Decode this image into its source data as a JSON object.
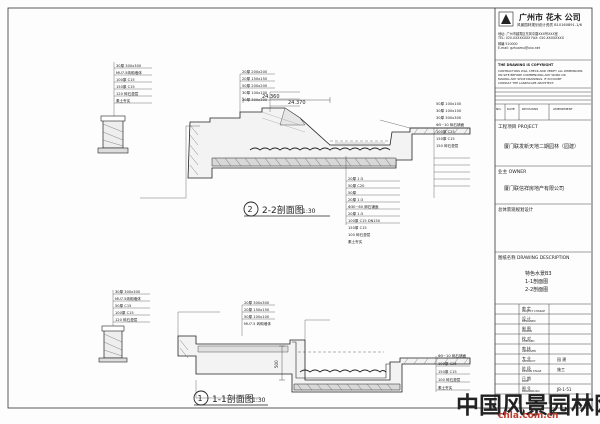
{
  "title_block": {
    "company": "广州市 花木 公司",
    "company_sub": "风景园林规划设计资质 B10160891-1/6",
    "addr_lines": [
      "地址: 广州市越秀区东风中路XXX号XXX室",
      "TEL: 020-XXXXXXXX FAX: 020-XXXXXXXX",
      "邮编 510000",
      "E-mail: gzhuamu@xxx.net"
    ],
    "copyright": "THE DRAWING IS COPYRIGHT",
    "copyright_lines": [
      "CONTRACTORS WILL CHECK AND VERIFY ALL DIMENSIONS",
      "ON SITE BEFORE COMMENCING ANY WORK OR",
      "MAKING ANY SHOP DRAWINGS. IF IN DOUBT",
      "CONSULT THE LANDSCAPE ARCHITECT."
    ],
    "rev_header": [
      "NO.",
      "DATE",
      "REVISIONS",
      "AMENDMENT"
    ],
    "project_label": "工程项目  PROJECT",
    "project_name": "厦门联发新天地二期园林（园建）",
    "owner_label": "业主  OWNER",
    "owner_name": "厦门联信祥房地产有限公司",
    "stage_label": "总体景观规划设计",
    "drawing_label": "图纸名称  DRAWING DESCRIPTION",
    "drawing_lines": [
      "特色水景B3",
      "1-1剖面图",
      "2-2剖面图"
    ],
    "sign_rows": [
      {
        "cn": "审 定",
        "en": "PROJECT CHARGE"
      },
      {
        "cn": "设 计",
        "en": "DESIGNED"
      },
      {
        "cn": "制 图",
        "en": "DRAWN"
      },
      {
        "cn": "校 对",
        "en": "CHECKED"
      },
      {
        "cn": "审 核",
        "en": "APPROVED"
      },
      {
        "cn": "专 业",
        "en": "SPECIALTY",
        "value": "园 建"
      },
      {
        "cn": "阶 段",
        "en": "DESIGN STAGE",
        "value": "施工"
      },
      {
        "cn": "日 期",
        "en": "DATE"
      },
      {
        "cn": "图 号",
        "en": "DRAWING NO.",
        "value": "JB-1-51"
      }
    ]
  },
  "sections": [
    {
      "title": "2-2剖面图",
      "scale": "1:30",
      "number": "2",
      "callouts_left": [
        "30厚 300x300",
        "MU7.5砖砌墙体",
        "100厚 C15",
        "150厚 C15",
        "120 碎石垫层",
        "素土夯实"
      ],
      "callouts_top": [
        "20厚 200x200",
        "20厚 150x150",
        "50厚 200x200",
        "30厚 100x100",
        "20厚 300x300"
      ],
      "callouts_right": [
        "50厚 100x100",
        "30厚 100x100",
        "30厚 300x300",
        "Φ5~10 砾石铺面",
        "100厚 C25",
        "150厚 C15",
        "150 碎石垫层"
      ],
      "callouts_bottom": [
        "20厚 1:3",
        "50厚 C20",
        "50厚",
        "20厚 1:3",
        "Φ30~60 卵石铺面",
        "20厚 1:3",
        "100厚 C15 DN150",
        "150厚 C15",
        "100 碎石垫层",
        "素土夯实"
      ],
      "dims": [
        "24.360",
        "24.370"
      ]
    },
    {
      "title": "1-1剖面图",
      "scale": "1:30",
      "number": "1",
      "callouts_left": [
        "30厚 300x300",
        "MU7.5砖砌墙体",
        "50厚 C15",
        "100厚 C15",
        "120 碎石垫层"
      ],
      "callouts_top": [
        "20厚 300x300",
        "20厚 150x150",
        "50厚 100x100",
        "MU7.5 砖砌墙体"
      ],
      "callouts_right": [
        "Φ5~10 砾石铺面",
        "100厚 C25",
        "150厚 C15",
        "100 碎石垫层",
        "素土夯实"
      ],
      "dims": [
        "500",
        "100"
      ]
    }
  ],
  "watermark": {
    "text": "中国风景园林网",
    "url": "chla.com.cn"
  }
}
